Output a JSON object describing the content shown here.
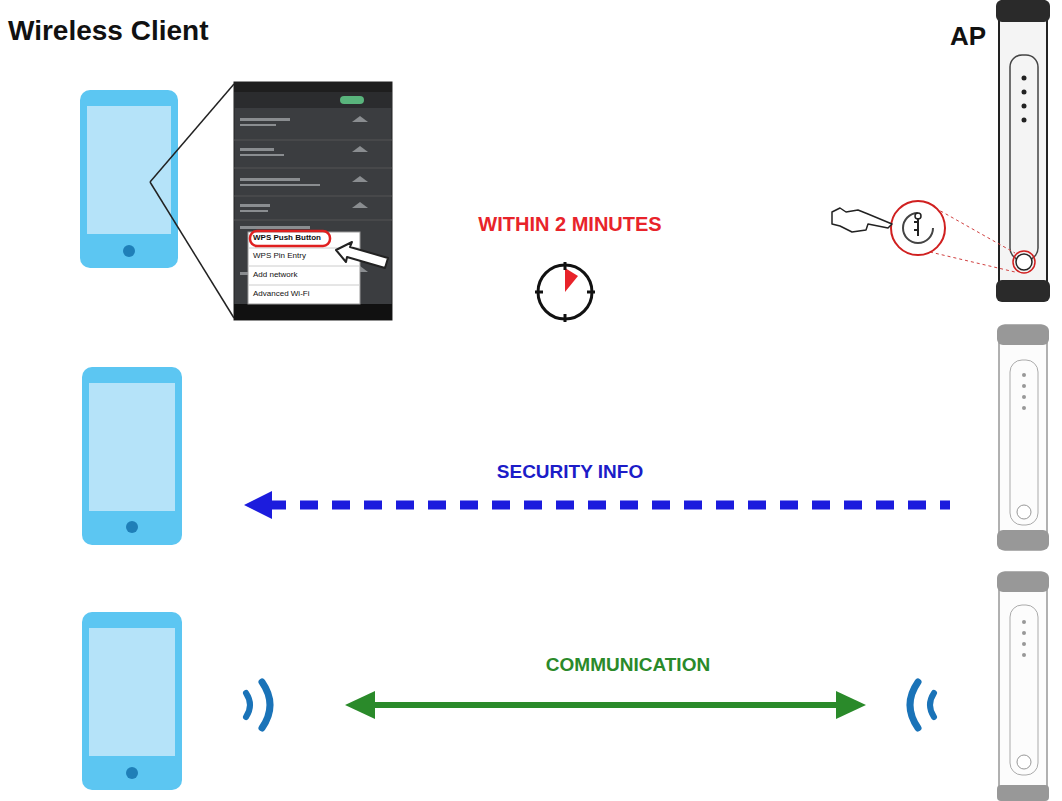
{
  "diagram": {
    "labels": [
      "Wireless Client",
      "AP",
      "WITHIN 2 MINUTES",
      "SECURITY INFO",
      "COMMUNICATION",
      "WPS Push Button",
      "WPS Pin Entry",
      "Add network",
      "Advanced Wi-Fi"
    ]
  }
}
